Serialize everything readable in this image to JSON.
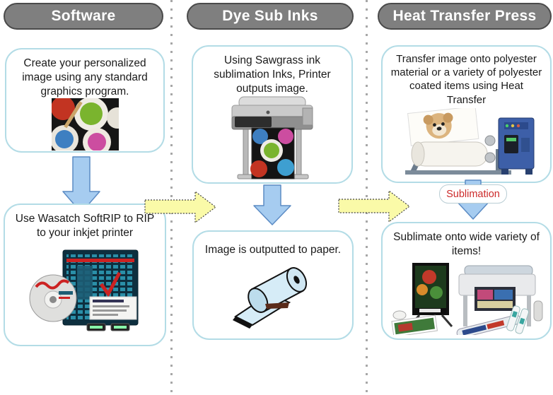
{
  "columns": [
    {
      "header": "Software",
      "boxes": [
        {
          "text": "Create your personalized image using any standard graphics program.",
          "image": "paint-pots"
        },
        {
          "text": "Use Wasatch SoftRIP to RIP to your inkjet printer",
          "image": "wasatch-softrip-box"
        }
      ]
    },
    {
      "header": "Dye Sub Inks",
      "boxes": [
        {
          "text": "Using Sawgrass ink sublimation Inks, Printer outputs image.",
          "image": "wide-format-printer"
        },
        {
          "text": "Image is outputted to paper.",
          "image": "paper-roll"
        }
      ]
    },
    {
      "header": "Heat Transfer Press",
      "boxes": [
        {
          "text": "Transfer image onto polyester material or a variety of polyester coated items using Heat Transfer",
          "image": "heat-transfer-press"
        },
        {
          "text": "Sublimate onto wide variety of items!",
          "image": "sublimated-products"
        }
      ],
      "label": "Sublimation"
    }
  ],
  "colors": {
    "header_fill": "#7f7f7f",
    "box_border": "#b3dce6",
    "arrow_blue_fill": "#a6ccf0",
    "arrow_blue_stroke": "#5b8bc4",
    "arrow_yellow_fill": "#fafaa8",
    "arrow_yellow_stroke": "#444444",
    "sublimation_text": "#cc2a2a"
  }
}
